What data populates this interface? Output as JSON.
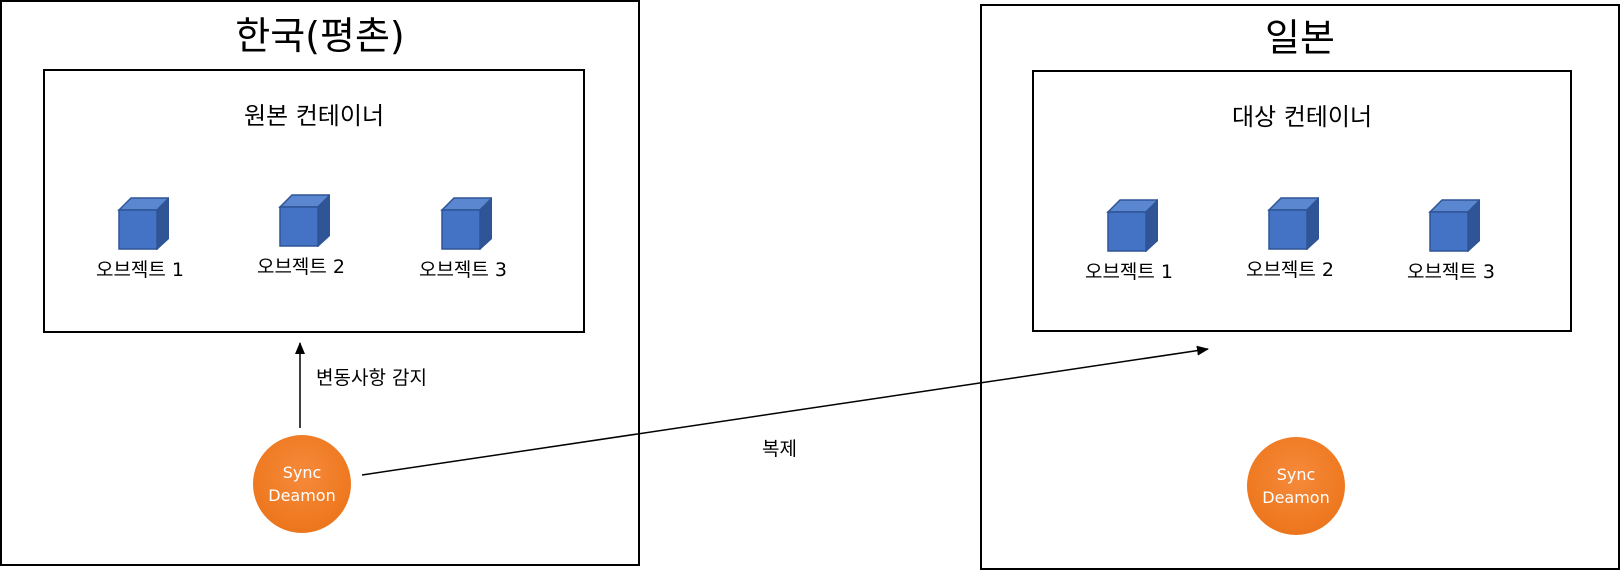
{
  "regions": [
    {
      "title": "한국(평촌)",
      "container": {
        "title": "원본 컨테이너",
        "objects": [
          "오브젝트 1",
          "오브젝트 2",
          "오브젝트 3"
        ]
      },
      "daemon": {
        "line1": "Sync",
        "line2": "Deamon"
      }
    },
    {
      "title": "일본",
      "container": {
        "title": "대상 컨테이너",
        "objects": [
          "오브젝트 1",
          "오브젝트 2",
          "오브젝트 3"
        ]
      },
      "daemon": {
        "line1": "Sync",
        "line2": "Deamon"
      }
    }
  ],
  "edges": {
    "detect_label": "변동사항 감지",
    "replicate_label": "복제"
  },
  "colors": {
    "object_front": "#4472C4",
    "object_side": "#2F5597",
    "object_top": "#5B86D0",
    "daemon_fill": "#ED7D31",
    "line": "#000000"
  }
}
